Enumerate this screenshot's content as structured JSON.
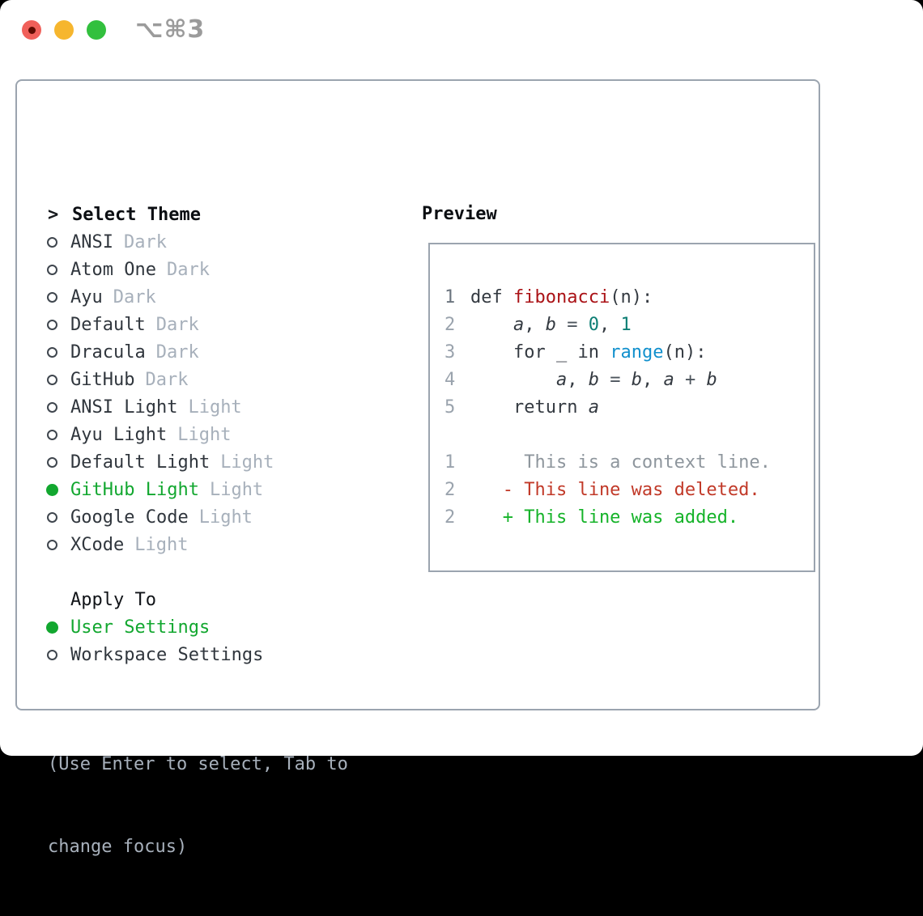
{
  "titlebar": {
    "shortcut": "⌥⌘3"
  },
  "colors": {
    "accent_green": "#12a72f",
    "diff_added": "#15b329",
    "diff_deleted": "#c13928",
    "function_red": "#aa1216",
    "number_teal": "#0d7e74",
    "builtin_blue": "#1190cd",
    "muted_gray": "#a7b0bb",
    "panel_border": "#9ba4af"
  },
  "theme_list": {
    "header_marker": ">",
    "header_label": "Select Theme",
    "items": [
      {
        "name": "ANSI",
        "variant": "Dark",
        "selected": false
      },
      {
        "name": "Atom One",
        "variant": "Dark",
        "selected": false
      },
      {
        "name": "Ayu",
        "variant": "Dark",
        "selected": false
      },
      {
        "name": "Default",
        "variant": "Dark",
        "selected": false
      },
      {
        "name": "Dracula",
        "variant": "Dark",
        "selected": false
      },
      {
        "name": "GitHub",
        "variant": "Dark",
        "selected": false
      },
      {
        "name": "ANSI Light",
        "variant": "Light",
        "selected": false
      },
      {
        "name": "Ayu Light",
        "variant": "Light",
        "selected": false
      },
      {
        "name": "Default Light",
        "variant": "Light",
        "selected": false
      },
      {
        "name": "GitHub Light",
        "variant": "Light",
        "selected": true
      },
      {
        "name": "Google Code",
        "variant": "Light",
        "selected": false
      },
      {
        "name": "XCode",
        "variant": "Light",
        "selected": false
      }
    ]
  },
  "apply_to": {
    "header": "Apply To",
    "options": [
      {
        "label": "User Settings",
        "selected": true
      },
      {
        "label": "Workspace Settings",
        "selected": false
      }
    ]
  },
  "help": {
    "line1": "(Use Enter to select, Tab to",
    "line2": "change focus)"
  },
  "preview": {
    "header": "Preview",
    "code_lines": [
      {
        "n": "1",
        "hl": true,
        "tokens": [
          {
            "t": "def ",
            "s": "kw"
          },
          {
            "t": "fibonacci",
            "s": "fn"
          },
          {
            "t": "(n):",
            "s": "pl"
          }
        ]
      },
      {
        "n": "2",
        "hl": false,
        "tokens": [
          {
            "t": "    ",
            "s": "pl"
          },
          {
            "t": "a",
            "s": "var"
          },
          {
            "t": ", ",
            "s": "pl"
          },
          {
            "t": "b",
            "s": "var"
          },
          {
            "t": " ",
            "s": "pl"
          },
          {
            "t": "=",
            "s": "op"
          },
          {
            "t": " ",
            "s": "pl"
          },
          {
            "t": "0",
            "s": "num"
          },
          {
            "t": ", ",
            "s": "pl"
          },
          {
            "t": "1",
            "s": "num"
          }
        ]
      },
      {
        "n": "3",
        "hl": false,
        "tokens": [
          {
            "t": "    ",
            "s": "pl"
          },
          {
            "t": "for",
            "s": "kw"
          },
          {
            "t": " _ ",
            "s": "pl"
          },
          {
            "t": "in",
            "s": "kw"
          },
          {
            "t": " ",
            "s": "pl"
          },
          {
            "t": "range",
            "s": "bi"
          },
          {
            "t": "(n):",
            "s": "pl"
          }
        ]
      },
      {
        "n": "4",
        "hl": false,
        "tokens": [
          {
            "t": "        ",
            "s": "pl"
          },
          {
            "t": "a",
            "s": "var"
          },
          {
            "t": ", ",
            "s": "pl"
          },
          {
            "t": "b",
            "s": "var"
          },
          {
            "t": " ",
            "s": "pl"
          },
          {
            "t": "=",
            "s": "op"
          },
          {
            "t": " ",
            "s": "pl"
          },
          {
            "t": "b",
            "s": "var"
          },
          {
            "t": ", ",
            "s": "pl"
          },
          {
            "t": "a",
            "s": "var"
          },
          {
            "t": " ",
            "s": "pl"
          },
          {
            "t": "+",
            "s": "op"
          },
          {
            "t": " ",
            "s": "pl"
          },
          {
            "t": "b",
            "s": "var"
          }
        ]
      },
      {
        "n": "5",
        "hl": false,
        "tokens": [
          {
            "t": "    ",
            "s": "pl"
          },
          {
            "t": "return",
            "s": "kw"
          },
          {
            "t": " ",
            "s": "pl"
          },
          {
            "t": "a",
            "s": "var"
          }
        ]
      }
    ],
    "diff_lines": [
      {
        "n": "1",
        "kind": "ctx",
        "text": "     This is a context line."
      },
      {
        "n": "2",
        "kind": "del",
        "text": "   - This line was deleted."
      },
      {
        "n": "2",
        "kind": "add",
        "text": "   + This line was added."
      }
    ]
  }
}
